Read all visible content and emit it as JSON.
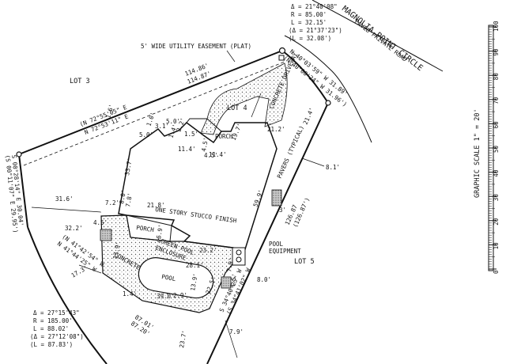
{
  "road": {
    "name": "MAGNOLIA POINT CIRCLE",
    "sub": "PAVED PRIVATE ROAD"
  },
  "curve_top": {
    "delta": "Δ = 21°40'08\"",
    "radius": "R = 85.00'",
    "length": "L = 32.15'",
    "delta_rec": "(Δ = 21°37'23\")",
    "length_rec": "(L = 32.08')"
  },
  "curve_bottom": {
    "delta": "Δ = 27°15'43\"",
    "radius": "R = 185.00'",
    "length": "L = 88.02'",
    "delta_rec": "(Δ = 27°12'08\")",
    "length_rec": "(L = 87.83')"
  },
  "easement": "5' WIDE UTILITY EASEMENT (PLAT)",
  "lots": {
    "lot3": "LOT 3",
    "lot4": "LOT 4",
    "lot5": "LOT 5"
  },
  "bearings": {
    "north_line_meas": "114.86'",
    "north_line_plat": "114.87'",
    "north_bear_1": "(N 72°55'05\" E",
    "north_bear_2": "N 72°53'11\" E",
    "east_top_1": "N 40°03'59\" W  31.89'",
    "east_top_2": "(N 40°00'24\" W  31.96')",
    "west_1": "(S 00°11'07\" E 29.95')",
    "west_2": "S 00°28'14\" E 30.04'",
    "sw_1": "(N 41°42'54\" W",
    "sw_2": "N 41°44'25\" W",
    "se_1": "S 34°40'25\" W",
    "se_2": "(S 34°41'02\" W",
    "east_len_1": "126.87",
    "east_len_2": "(126.87')",
    "bot_len_1": "87.01'",
    "bot_len_2": "87.20'"
  },
  "labels": {
    "driveway": "CONCRETE DRIVEWAY",
    "porch_top": "PORCH",
    "house": "ONE STORY STUCCO FINISH",
    "pavers": "PAVERS (TYPICAL)",
    "porch_rear": "PORCH",
    "screen_1": "SCREEN POOL",
    "screen_2": "ENCLOSURE",
    "concrete": "CONCRETE",
    "pool": "POOL",
    "pool_equip_1": "POOL",
    "pool_equip_2": "EQUIPMENT"
  },
  "dims": {
    "d_31_6": "31.6'",
    "d_32_2": "32.2'",
    "d_21_2": "21.2'",
    "d_21_4": "21.4'",
    "d_8_1": "8.1'",
    "d_19_7": "19.7'",
    "d_33_7": "33.7'",
    "d_59_9": "59.9'",
    "d_21_8": "21.8'",
    "d_23_2": "23.2'",
    "d_28_1": "28.1'",
    "d_39_0": "39.0'",
    "d_23_7": "23.7'",
    "d_17_3": "17.3'",
    "d_11_4a": "11.4'",
    "d_11_4b": "11.4'",
    "d_8_0": "8.0'",
    "d_7_9": "7.9'",
    "d_13_9a": "13.9'",
    "d_13_9b": "13.9'",
    "d_22_5": "22.5'",
    "d_2_9": "2.9'",
    "d_1_4": "1.4'",
    "d_7_8": "7.8'",
    "d_8_0b": "8.0'",
    "d_5_0": "5.0'",
    "d_3_1": "3.1'",
    "d_5_0b": "5.0'",
    "d_4_5": "4.5'",
    "d_1_0": "1.0'",
    "d_2_2": "2.2'",
    "d_1_4b": "1.4'",
    "d_4_5b": "4.5'",
    "d_4_5c": "4.5'",
    "d_1_6": "1.6'",
    "d_7_2": "7.2'",
    "d_3": "3'",
    "d_7_0": "7.0'",
    "d_5_9": "5.9'",
    "d_1_5": "1.5'",
    "d_4_5d": "4.5'"
  },
  "scale": {
    "title": "GRAPHIC SCALE  1\" = 20'",
    "ticks": [
      "100",
      "90",
      "80",
      "70",
      "60",
      "50",
      "40",
      "30",
      "20",
      "10",
      "0"
    ]
  }
}
